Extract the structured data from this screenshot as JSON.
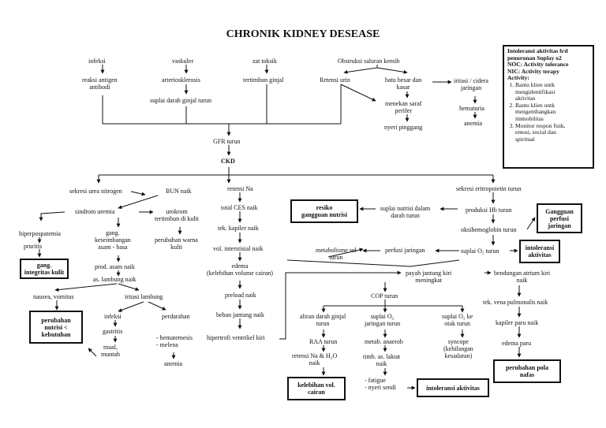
{
  "title": "CHRONIK KIDNEY DESEASE",
  "sidebox": {
    "heading": [
      "Intoleransi aktivitas b/d",
      "penurunan Suplay o2",
      "NOC: Activity tolerance",
      "NIC: Activity terapy",
      "Activity:"
    ],
    "items": [
      [
        "Bantu klien untk",
        "mengidentifikasi",
        "aktivitas"
      ],
      [
        "Bantu klien untk",
        "mengembangkan",
        "immobilitas"
      ],
      [
        "Monitor respon fisik,",
        "emosi, social dan",
        "spiritual"
      ]
    ]
  },
  "nodes": {
    "infeksi": "infeksi",
    "reaksi_antigen": [
      "reaksi antigen",
      "antibodi"
    ],
    "vaskuler": "vaskuler",
    "arteriosklerosis": "arteriosklerosis",
    "suplai_darah_ginjal": "suplai darah ginjal turun",
    "zat_toksik": "zat toksik",
    "tertimbun_ginjal": "tertimbun ginjal",
    "obstruksi": "Obstruksi saluran kemih",
    "retensi_urin": "Retensi urin",
    "batu_besar": [
      "batu besar dan",
      "kasar"
    ],
    "menekan_saraf": [
      "menekan saraf",
      "perifer"
    ],
    "nyeri_pinggang": "nyeri pinggang",
    "iritasi_cidera": [
      "iritasi / cidera",
      "jaringan"
    ],
    "hematuria": "hematuria",
    "anemia_top": "anemia",
    "gfr_turun": "GFR turun",
    "ckd": "CKD",
    "sekresi_urea": "sekresi urea nitrogen",
    "bun_naik": "BUN naik",
    "sindrom_uremia": "sindrom uremia",
    "urokrom": [
      "urokrom",
      "tertimbun di kulit"
    ],
    "perubahan_warna": [
      "perubahan warna",
      "kulit"
    ],
    "hiperpospatemia": "hiperpospatemia",
    "pruritis": "pruritis",
    "gang_keseimbangan": [
      "gang.",
      "keseimbangan",
      "asam - basa"
    ],
    "prod_asam": "prod. asam naik",
    "lambung_naik": "as. lambung naik",
    "nausea": "nausea, vomitus",
    "iritasi_lambung": "iritasi lambung",
    "infeksi2": "infeksi",
    "gastritis": "gastritis",
    "mual": [
      "mual,",
      "muntah"
    ],
    "perdarahan": "perdarahan",
    "hematemesis": [
      "- hematemesis",
      "- melena"
    ],
    "anemia_low": "anemia",
    "retensi_na": "retensi Na",
    "total_ces": "total CES naik",
    "tek_kapiler": "tek. kapiler naik",
    "vol_interstisial": "vol. interstisial naik",
    "edema": [
      "edema",
      "(kelebihan volume cairan)"
    ],
    "preload": "preload naik",
    "beban_jantung": "beban jantung naik",
    "hipertrofi": "hipertrofi ventrikel kiri",
    "sekresi_eritro": "sekresi eritropoietin turun",
    "suplai_nutrisi": [
      "suplai nutrisi dalam",
      "darah turun"
    ],
    "produksi_hb": "produksi Hb turun",
    "oksihemoglobin": "oksihemoglobin turun",
    "metabolisme": [
      "metabolisme sel",
      "turun"
    ],
    "perfusi_jaringan": "perfusi jaringan",
    "suplai_o2": "suplai O₂ turun",
    "payah_jantung": [
      "payah jantung kiri",
      "meningkat"
    ],
    "bendungan": [
      "bendungan atrium kiri",
      "naik"
    ],
    "tek_vena": "tek. vena pulmonalis naik",
    "kapiler_paru": "kapiler paru naik",
    "edema_paru": "edema paru",
    "cop_turun": "COP turun",
    "aliran_darah": [
      "aliran darah ginjal",
      "turun"
    ],
    "raa_turun": "RAA turun",
    "retensi_h2o": [
      "retensi Na & H₂O",
      "naik"
    ],
    "suplai_o2_jaringan": [
      "suplai O₂",
      "jaringan turun"
    ],
    "metab_anaerob": "metab. anaerob",
    "timb_laktat": [
      "timb. as. laktat",
      "naik"
    ],
    "fatigue": [
      "- fatigue",
      "- nyeri sendi"
    ],
    "suplai_o2_otak": [
      "suplai O₂ ke",
      "otak turun"
    ],
    "syncope": [
      "syncope",
      "(kehilangan",
      "kesadaran)"
    ]
  },
  "diagnoses": {
    "gang_integritas": [
      "gang.",
      "integritas kulit"
    ],
    "perubahan_nutrisi": [
      "perubahan",
      "nutrisi <",
      "kebutuhan"
    ],
    "resiko_nutrisi": [
      "resiko",
      "gangguan nutrisi"
    ],
    "gangguan_perfusi": [
      "Gangguan",
      "perfusi",
      "jaringan"
    ],
    "intoleransi_right": [
      "intoleransi",
      "aktivitas"
    ],
    "kelebihan_vol": [
      "kelebihan vol.",
      "cairan"
    ],
    "intoleransi_bottom": "intoleransi aktivitas",
    "perubahan_pola": [
      "perubahan pola",
      "nafas"
    ]
  }
}
